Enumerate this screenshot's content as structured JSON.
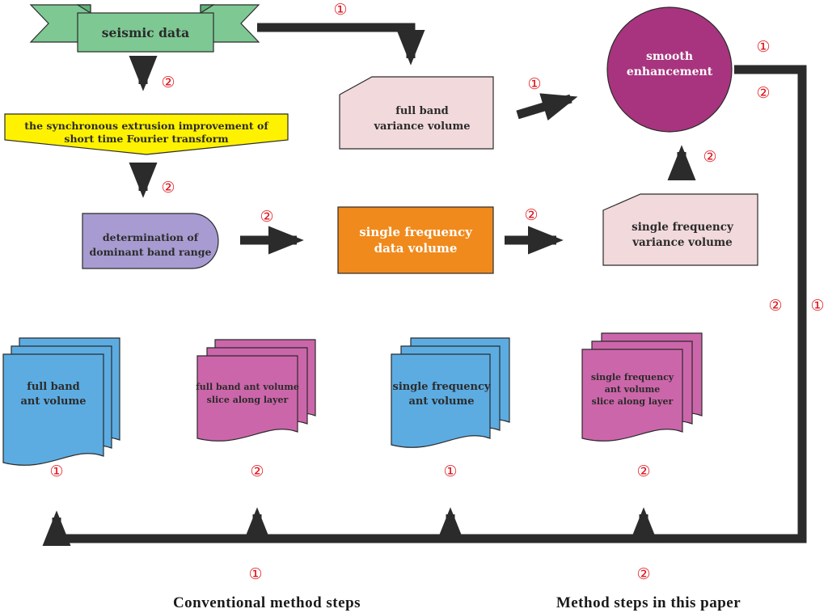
{
  "colors": {
    "seismic_fill": "#7ec893",
    "seismic_fold": "#62b078",
    "stft_fill": "#fff200",
    "variance_fill": "#f2d9dc",
    "dominant_fill": "#a89bd1",
    "single_data_fill": "#f08a1c",
    "smooth_fill": "#a8347f",
    "ant_blue": "#5cace2",
    "ant_pink": "#cc66aa",
    "arrow": "#2b2b2b",
    "step_number": "#e0141b"
  },
  "nodes": {
    "seismic_data": "seismic data",
    "stft": {
      "line1": "the synchronous extrusion improvement of",
      "line2": "short time Fourier transform"
    },
    "dominant_band": {
      "line1": "determination of",
      "line2": "dominant band range"
    },
    "full_band_variance": {
      "line1": "full band",
      "line2": "variance volume"
    },
    "single_freq_data": {
      "line1": "single frequency",
      "line2": "data volume"
    },
    "single_freq_variance": {
      "line1": "single frequency",
      "line2": "variance volume"
    },
    "smooth_enhancement": {
      "line1": "smooth",
      "line2": "enhancement"
    },
    "full_band_ant": {
      "line1": "full band",
      "line2": "ant volume"
    },
    "full_band_ant_slice": {
      "line1": "full band ant volume",
      "line2": "slice along layer"
    },
    "single_freq_ant": {
      "line1": "single frequency",
      "line2": "ant volume"
    },
    "single_freq_ant_slice": {
      "line1": "single frequency",
      "line2": "ant volume",
      "line3": "slice along layer"
    }
  },
  "step_markers": {
    "seismic_to_fullband": "①",
    "seismic_to_stft": "②",
    "stft_to_dominant": "②",
    "fullband_to_smooth": "①",
    "dominant_to_single": "②",
    "single_to_variance": "②",
    "variance_to_smooth": "②",
    "smooth_out_top": "①",
    "smooth_out_bottom": "②",
    "right_path_a": "②",
    "right_path_b": "①",
    "ant_full_band": "①",
    "ant_full_band_slice": "②",
    "ant_single": "①",
    "ant_single_slice": "②",
    "bottom_left": "①",
    "bottom_right": "②"
  },
  "captions": {
    "conventional": "Conventional  method  steps",
    "this_paper": "Method  steps in this paper"
  }
}
